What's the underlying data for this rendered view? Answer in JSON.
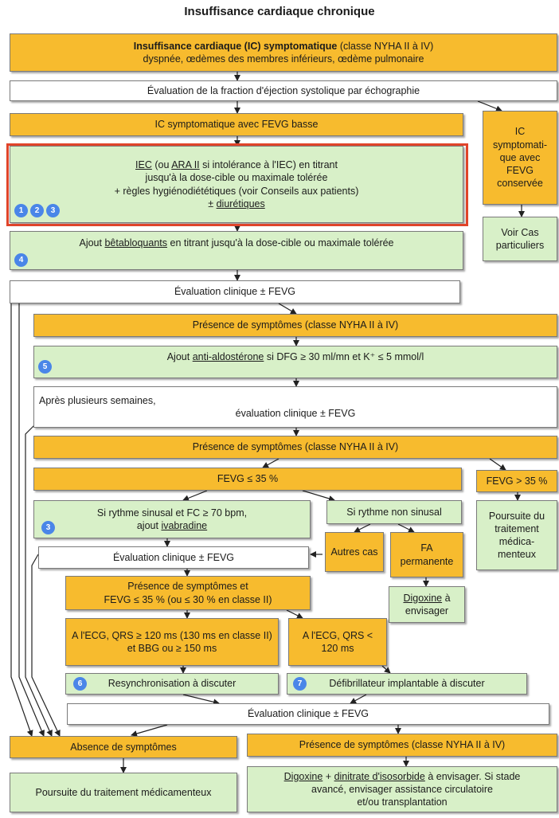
{
  "title": "Insuffisance cardiaque chronique",
  "colors": {
    "orange": "#f7bb2e",
    "green": "#d8f0c8",
    "white": "#ffffff",
    "highlight": "#e0442a",
    "badge": "#4a86e8"
  },
  "nodes": {
    "ic_sympt_bold": "Insuffisance cardiaque (IC) symptomatique",
    "ic_sympt_class": "(classe NYHA II à IV)",
    "ic_sympt_signs": "dyspnée, œdèmes des membres inférieurs, œdème pulmonaire",
    "eval_fevg_echo": "Évaluation de la fraction d'éjection systolique par échographie",
    "ic_fevg_basse": "IC symptomatique avec FEVG basse",
    "ic_fevg_conservee": "IC symptomati-que avec FEVG conservée",
    "iec_link": "IEC",
    "iec_open": "(ou",
    "ara_link": "ARA II",
    "iec_rest": "si intolérance à l'IEC) en titrant",
    "iec_line2": "jusqu'à la dose-cible ou maximale tolérée",
    "iec_line3": "+ règles hygiénodiététiques (voir Conseils aux patients)",
    "iec_pm": "±",
    "diuretiques_link": "diurétiques",
    "voir_cas": "Voir Cas particuliers",
    "ajout_bb_pre": "Ajout",
    "betabloquants_link": "bêtabloquants",
    "ajout_bb_post": "en titrant jusqu'à la dose-cible ou maximale tolérée",
    "eval_clin_1": "Évaluation clinique ± FEVG",
    "presence_sympt_1": "Présence de symptômes (classe NYHA II à IV)",
    "ajout_aa_pre": "Ajout",
    "anti_aldo_link": "anti-aldostérone",
    "ajout_aa_post": "si DFG ≥ 30 ml/mn et K⁺ ≤ 5 mmol/l",
    "apres_line1": "Après plusieurs semaines,",
    "apres_line2": "évaluation clinique ± FEVG",
    "presence_sympt_2": "Présence de symptômes (classe NYHA II à IV)",
    "fevg_le35": "FEVG ≤ 35 %",
    "fevg_gt35": "FEVG > 35 %",
    "rythme_sinusal_line1": "Si rythme sinusal et FC ≥ 70 bpm,",
    "rythme_sinusal_pre": "ajout",
    "ivabradine_link": "ivabradine",
    "rythme_non_sinusal": "Si rythme non sinusal",
    "poursuite_traitement_1": "Poursuite du traitement médica-menteux",
    "autres_cas": "Autres cas",
    "fa_permanente": "FA permanente",
    "eval_clin_2": "Évaluation clinique ± FEVG",
    "presence_fevg_line1": "Présence de symptômes et",
    "presence_fevg_line2": "FEVG ≤ 35 % (ou ≤ 30 % en classe II)",
    "digoxine_1_link": "Digoxine",
    "digoxine_1_post": "à envisager",
    "qrs_long": "A l'ECG, QRS ≥ 120 ms (130 ms en classe II) et BBG ou ≥ 150 ms",
    "qrs_short": "A l'ECG, QRS < 120 ms",
    "resynchro": "Resynchronisation à discuter",
    "defib": "Défibrillateur implantable à discuter",
    "eval_clin_3": "Évaluation clinique ± FEVG",
    "absence_sympt": "Absence de symptômes",
    "presence_sympt_3": "Présence de symptômes (classe NYHA II à IV)",
    "poursuite_traitement_2": "Poursuite du traitement médicamenteux",
    "digoxine_2_link": "Digoxine",
    "digoxine_2_plus": "+",
    "dinitrate_link": "dinitrate d'isosorbide",
    "digoxine_2_post": "à envisager. Si stade",
    "digoxine_2_line2": "avancé, envisager assistance circulatoire",
    "digoxine_2_line3": "et/ou transplantation"
  },
  "badges": [
    "1",
    "2",
    "3",
    "4",
    "5",
    "3",
    "6",
    "7"
  ]
}
